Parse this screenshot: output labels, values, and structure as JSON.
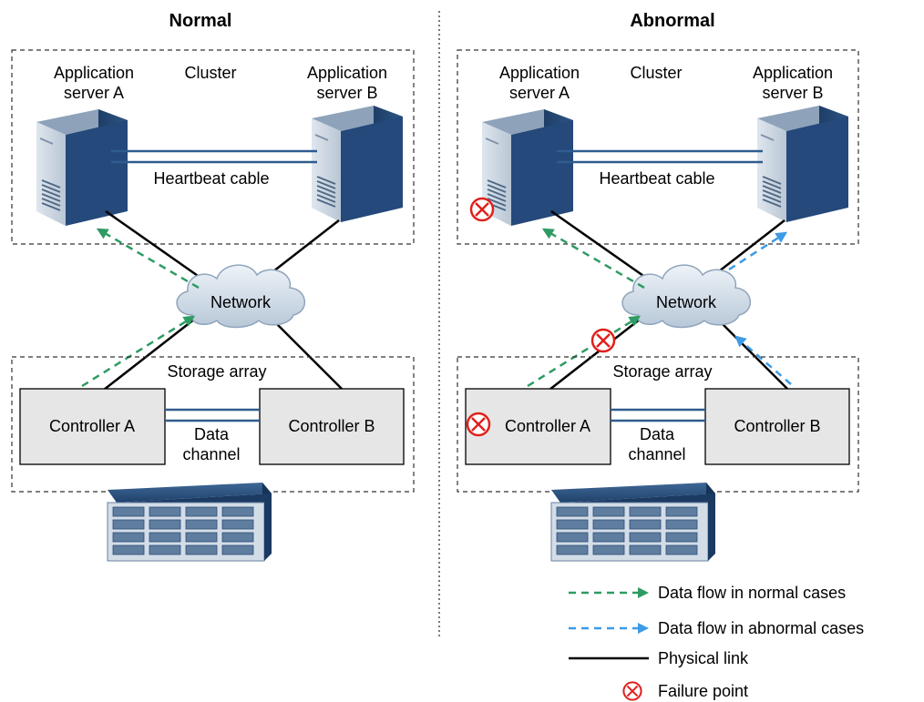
{
  "panels": [
    {
      "heading": "Normal",
      "cluster": "Cluster",
      "server_a": [
        "Application",
        "server A"
      ],
      "server_b": [
        "Application",
        "server B"
      ],
      "heartbeat": "Heartbeat cable",
      "network": "Network",
      "storage_array": "Storage array",
      "controller_a": "Controller A",
      "controller_b": "Controller B",
      "data_channel": [
        "Data",
        "channel"
      ]
    },
    {
      "heading": "Abnormal",
      "cluster": "Cluster",
      "server_a": [
        "Application",
        "server A"
      ],
      "server_b": [
        "Application",
        "server B"
      ],
      "heartbeat": "Heartbeat cable",
      "network": "Network",
      "storage_array": "Storage array",
      "controller_a": "Controller A",
      "controller_b": "Controller B",
      "data_channel": [
        "Data",
        "channel"
      ]
    }
  ],
  "legend": {
    "normal_flow": "Data flow in normal cases",
    "abnormal_flow": "Data flow in abnormal cases",
    "physical_link": "Physical link",
    "failure_point": "Failure point"
  },
  "colors": {
    "normal_flow": "#2e9b63",
    "abnormal_flow": "#3d9be6",
    "failure": "#e0201b",
    "cable": "#2f5c8f",
    "controller_fill": "#e6e6e6"
  }
}
